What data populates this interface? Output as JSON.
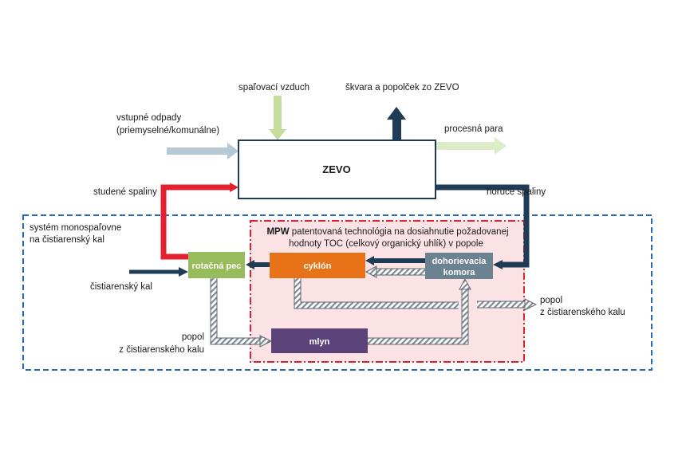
{
  "labels": {
    "combustion_air": "spaľovací vzduch",
    "slag_ash": "škvara a popolček zo ZEVO",
    "input_waste_1": "vstupné odpady",
    "input_waste_2": "(priemyselné/komunálne)",
    "process_steam": "procesná para",
    "zevo": "ZEVO",
    "cold_flue": "studené spaliny",
    "hot_flue": "horúce spaliny",
    "system_1": "systém monospaľovne",
    "system_2": "na čistiarenský kal",
    "mpw_bold": "MPW",
    "mpw_line1": " patentovaná technológia na dosiahnutie požadovanej",
    "mpw_line2": "hodnoty TOC (celkový organický uhlík) v popole",
    "rotary_kiln": "rotačná pec",
    "cyclone": "cyklón",
    "afterburner_1": "dohorievacia",
    "afterburner_2": "komora",
    "mill": "mlyn",
    "sludge": "čistiarenský kal",
    "ash_left_1": "popol",
    "ash_left_2": "z čistiarenského kalu",
    "ash_right_1": "popol",
    "ash_right_2": "z čistiarenského kalu"
  },
  "colors": {
    "navy": "#1e3c55",
    "red": "#e3202e",
    "light_blue": "#b5c8d6",
    "light_green": "#c4dc9c",
    "pale_green": "#dcebc8",
    "kiln_green": "#96bc5b",
    "cyclone_orange": "#e87218",
    "afterburner_gray": "#6b8290",
    "mill_purple": "#5b4279",
    "system_border": "#2a6ab4",
    "mpw_border": "#e0202e",
    "mpw_fill": "#fbe3e5"
  }
}
